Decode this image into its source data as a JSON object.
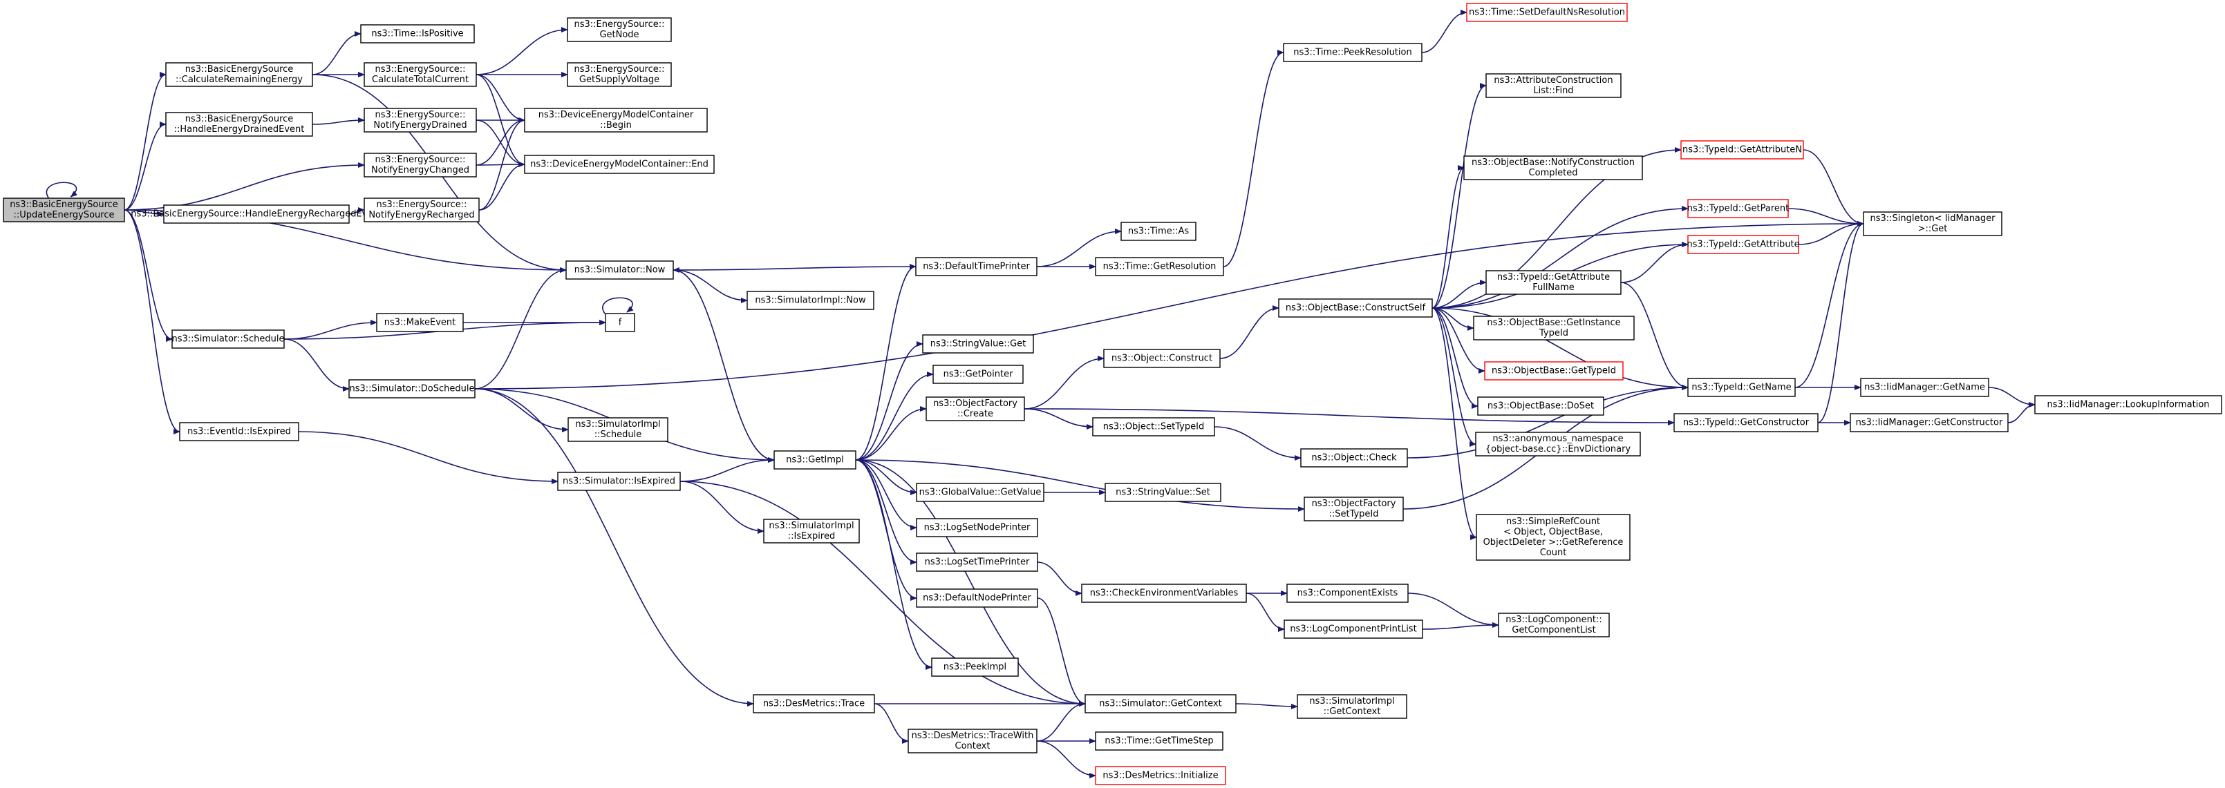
{
  "nodes": [
    {
      "id": "root",
      "label": [
        "ns3::BasicEnergySource",
        "::UpdateEnergySource"
      ],
      "style": "root"
    },
    {
      "id": "crem",
      "label": [
        "ns3::BasicEnergySource",
        "::CalculateRemainingEnergy"
      ]
    },
    {
      "id": "hdrain",
      "label": [
        "ns3::BasicEnergySource",
        "::HandleEnergyDrainedEvent"
      ]
    },
    {
      "id": "hrech",
      "label": [
        "ns3::BasicEnergySource::HandleEnergyRechargedEvent"
      ]
    },
    {
      "id": "schedule",
      "label": [
        "ns3::Simulator::Schedule"
      ]
    },
    {
      "id": "expired",
      "label": [
        "ns3::EventId::IsExpired"
      ]
    },
    {
      "id": "ispos",
      "label": [
        "ns3::Time::IsPositive"
      ]
    },
    {
      "id": "calccur",
      "label": [
        "ns3::EnergySource::",
        "CalculateTotalCurrent"
      ]
    },
    {
      "id": "ndrain",
      "label": [
        "ns3::EnergySource::",
        "NotifyEnergyDrained"
      ]
    },
    {
      "id": "nchg",
      "label": [
        "ns3::EnergySource::",
        "NotifyEnergyChanged"
      ]
    },
    {
      "id": "nrech",
      "label": [
        "ns3::EnergySource::",
        "NotifyEnergyRecharged"
      ]
    },
    {
      "id": "getnode",
      "label": [
        "ns3::EnergySource::",
        "GetNode"
      ]
    },
    {
      "id": "getvolt",
      "label": [
        "ns3::EnergySource::",
        "GetSupplyVoltage"
      ]
    },
    {
      "id": "dbegin",
      "label": [
        "ns3::DeviceEnergyModelContainer",
        "::Begin"
      ]
    },
    {
      "id": "dend",
      "label": [
        "ns3::DeviceEnergyModelContainer::End"
      ]
    },
    {
      "id": "now",
      "label": [
        "ns3::Simulator::Now"
      ]
    },
    {
      "id": "makeevent",
      "label": [
        "ns3::MakeEvent"
      ]
    },
    {
      "id": "f",
      "label": [
        "f"
      ]
    },
    {
      "id": "dosched",
      "label": [
        "ns3::Simulator::DoSchedule"
      ]
    },
    {
      "id": "implnow",
      "label": [
        "ns3::SimulatorImpl::Now"
      ]
    },
    {
      "id": "implsched",
      "label": [
        "ns3::SimulatorImpl",
        "::Schedule"
      ]
    },
    {
      "id": "isexp",
      "label": [
        "ns3::Simulator::IsExpired"
      ]
    },
    {
      "id": "implisexp",
      "label": [
        "ns3::SimulatorImpl",
        "::IsExpired"
      ]
    },
    {
      "id": "getimpl",
      "label": [
        "ns3::GetImpl"
      ]
    },
    {
      "id": "dtp",
      "label": [
        "ns3::DefaultTimePrinter"
      ]
    },
    {
      "id": "svget",
      "label": [
        "ns3::StringValue::Get"
      ]
    },
    {
      "id": "getptr",
      "label": [
        "ns3::GetPointer"
      ]
    },
    {
      "id": "ofcreate",
      "label": [
        "ns3::ObjectFactory",
        "::Create"
      ]
    },
    {
      "id": "gvget",
      "label": [
        "ns3::GlobalValue::GetValue"
      ]
    },
    {
      "id": "lsnp",
      "label": [
        "ns3::LogSetNodePrinter"
      ]
    },
    {
      "id": "lstp",
      "label": [
        "ns3::LogSetTimePrinter"
      ]
    },
    {
      "id": "dnp",
      "label": [
        "ns3::DefaultNodePrinter"
      ]
    },
    {
      "id": "peek",
      "label": [
        "ns3::PeekImpl"
      ]
    },
    {
      "id": "dmtrace",
      "label": [
        "ns3::DesMetrics::Trace"
      ]
    },
    {
      "id": "dmtwc",
      "label": [
        "ns3::DesMetrics::TraceWith",
        "Context"
      ]
    },
    {
      "id": "timeas",
      "label": [
        "ns3::Time::As"
      ]
    },
    {
      "id": "getres",
      "label": [
        "ns3::Time::GetResolution"
      ]
    },
    {
      "id": "peekres",
      "label": [
        "ns3::Time::PeekResolution"
      ]
    },
    {
      "id": "setdef",
      "label": [
        "ns3::Time::SetDefaultNsResolution"
      ],
      "style": "trunc"
    },
    {
      "id": "objconst",
      "label": [
        "ns3::Object::Construct"
      ]
    },
    {
      "id": "objsettid",
      "label": [
        "ns3::Object::SetTypeId"
      ]
    },
    {
      "id": "objcheck",
      "label": [
        "ns3::Object::Check"
      ]
    },
    {
      "id": "ofsettid",
      "label": [
        "ns3::ObjectFactory",
        "::SetTypeId"
      ]
    },
    {
      "id": "svset",
      "label": [
        "ns3::StringValue::Set"
      ]
    },
    {
      "id": "cev",
      "label": [
        "ns3::CheckEnvironmentVariables"
      ]
    },
    {
      "id": "cexists",
      "label": [
        "ns3::ComponentExists"
      ]
    },
    {
      "id": "lcpl",
      "label": [
        "ns3::LogComponentPrintList"
      ]
    },
    {
      "id": "lcgcl",
      "label": [
        "ns3::LogComponent::",
        "GetComponentList"
      ]
    },
    {
      "id": "simgetctx",
      "label": [
        "ns3::Simulator::GetContext"
      ]
    },
    {
      "id": "implgetctx",
      "label": [
        "ns3::SimulatorImpl",
        "::GetContext"
      ]
    },
    {
      "id": "gettimestep",
      "label": [
        "ns3::Time::GetTimeStep"
      ]
    },
    {
      "id": "dminit",
      "label": [
        "ns3::DesMetrics::Initialize"
      ],
      "style": "trunc"
    },
    {
      "id": "obcs",
      "label": [
        "ns3::ObjectBase::ConstructSelf"
      ]
    },
    {
      "id": "acl",
      "label": [
        "ns3::AttributeConstruction",
        "List::Find"
      ]
    },
    {
      "id": "obncc",
      "label": [
        "ns3::ObjectBase::NotifyConstruction",
        "Completed"
      ]
    },
    {
      "id": "tgafn",
      "label": [
        "ns3::TypeId::GetAttribute",
        "FullName"
      ]
    },
    {
      "id": "obgit",
      "label": [
        "ns3::ObjectBase::GetInstance",
        "TypeId"
      ]
    },
    {
      "id": "obgtid",
      "label": [
        "ns3::ObjectBase::GetTypeId"
      ],
      "style": "trunc"
    },
    {
      "id": "obdoset",
      "label": [
        "ns3::ObjectBase::DoSet"
      ]
    },
    {
      "id": "anon",
      "label": [
        "ns3::anonymous_namespace",
        "{object-base.cc}::EnvDictionary"
      ]
    },
    {
      "id": "srcgetref",
      "label": [
        "ns3::SimpleRefCount",
        "< Object, ObjectBase,",
        "ObjectDeleter >::GetReference",
        "Count"
      ]
    },
    {
      "id": "tgan",
      "label": [
        "ns3::TypeId::GetAttributeN"
      ],
      "style": "trunc"
    },
    {
      "id": "tgp",
      "label": [
        "ns3::TypeId::GetParent"
      ],
      "style": "trunc"
    },
    {
      "id": "tga",
      "label": [
        "ns3::TypeId::GetAttribute"
      ],
      "style": "trunc"
    },
    {
      "id": "tgname",
      "label": [
        "ns3::TypeId::GetName"
      ]
    },
    {
      "id": "tgctor",
      "label": [
        "ns3::TypeId::GetConstructor"
      ]
    },
    {
      "id": "singleton",
      "label": [
        "ns3::Singleton< IidManager",
        ">::Get"
      ]
    },
    {
      "id": "iidgetname",
      "label": [
        "ns3::IidManager::GetName"
      ]
    },
    {
      "id": "iidgetctor",
      "label": [
        "ns3::IidManager::GetConstructor"
      ]
    },
    {
      "id": "iidlookup",
      "label": [
        "ns3::IidManager::LookupInformation"
      ]
    }
  ],
  "edges": [
    [
      "root",
      "root"
    ],
    [
      "root",
      "crem"
    ],
    [
      "root",
      "hdrain"
    ],
    [
      "root",
      "nchg"
    ],
    [
      "root",
      "hrech"
    ],
    [
      "root",
      "now"
    ],
    [
      "root",
      "schedule"
    ],
    [
      "root",
      "expired"
    ],
    [
      "crem",
      "ispos"
    ],
    [
      "crem",
      "calccur"
    ],
    [
      "crem",
      "now"
    ],
    [
      "hdrain",
      "ndrain"
    ],
    [
      "hrech",
      "nrech"
    ],
    [
      "calccur",
      "getnode"
    ],
    [
      "calccur",
      "getvolt"
    ],
    [
      "calccur",
      "dbegin"
    ],
    [
      "calccur",
      "dend"
    ],
    [
      "ndrain",
      "dbegin"
    ],
    [
      "ndrain",
      "dend"
    ],
    [
      "nchg",
      "dbegin"
    ],
    [
      "nchg",
      "dend"
    ],
    [
      "nrech",
      "dbegin"
    ],
    [
      "nrech",
      "dend"
    ],
    [
      "schedule",
      "makeevent"
    ],
    [
      "schedule",
      "f"
    ],
    [
      "schedule",
      "dosched"
    ],
    [
      "makeevent",
      "f"
    ],
    [
      "f",
      "f"
    ],
    [
      "dosched",
      "now"
    ],
    [
      "dosched",
      "singleton"
    ],
    [
      "dosched",
      "implsched"
    ],
    [
      "dosched",
      "getimpl"
    ],
    [
      "dosched",
      "dmtrace"
    ],
    [
      "expired",
      "isexp"
    ],
    [
      "isexp",
      "getimpl"
    ],
    [
      "isexp",
      "implisexp"
    ],
    [
      "isexp",
      "simgetctx"
    ],
    [
      "now",
      "implnow"
    ],
    [
      "now",
      "getimpl"
    ],
    [
      "getimpl",
      "dtp"
    ],
    [
      "getimpl",
      "svget"
    ],
    [
      "getimpl",
      "getptr"
    ],
    [
      "getimpl",
      "ofcreate"
    ],
    [
      "getimpl",
      "ofsettid"
    ],
    [
      "getimpl",
      "gvget"
    ],
    [
      "getimpl",
      "lsnp"
    ],
    [
      "getimpl",
      "lstp"
    ],
    [
      "getimpl",
      "dnp"
    ],
    [
      "getimpl",
      "peek"
    ],
    [
      "getimpl",
      "simgetctx"
    ],
    [
      "dtp",
      "now"
    ],
    [
      "dtp",
      "timeas"
    ],
    [
      "dtp",
      "getres"
    ],
    [
      "getres",
      "peekres"
    ],
    [
      "peekres",
      "setdef"
    ],
    [
      "ofcreate",
      "objconst"
    ],
    [
      "ofcreate",
      "objsettid"
    ],
    [
      "ofcreate",
      "tgctor"
    ],
    [
      "objconst",
      "obcs"
    ],
    [
      "objsettid",
      "objcheck"
    ],
    [
      "objcheck",
      "tgname"
    ],
    [
      "ofsettid",
      "tgname"
    ],
    [
      "gvget",
      "svset"
    ],
    [
      "lstp",
      "cev"
    ],
    [
      "cev",
      "cexists"
    ],
    [
      "cev",
      "lcpl"
    ],
    [
      "cexists",
      "lcgcl"
    ],
    [
      "lcpl",
      "lcgcl"
    ],
    [
      "dnp",
      "simgetctx"
    ],
    [
      "dmtrace",
      "simgetctx"
    ],
    [
      "dmtrace",
      "dmtwc"
    ],
    [
      "dmtwc",
      "simgetctx"
    ],
    [
      "dmtwc",
      "gettimestep"
    ],
    [
      "dmtwc",
      "dminit"
    ],
    [
      "simgetctx",
      "implgetctx"
    ],
    [
      "obcs",
      "acl"
    ],
    [
      "obcs",
      "tgan"
    ],
    [
      "obcs",
      "obncc"
    ],
    [
      "obcs",
      "tgp"
    ],
    [
      "obcs",
      "tga"
    ],
    [
      "obcs",
      "tgafn"
    ],
    [
      "obcs",
      "obgit"
    ],
    [
      "obcs",
      "obgtid"
    ],
    [
      "obcs",
      "obdoset"
    ],
    [
      "obcs",
      "anon"
    ],
    [
      "obcs",
      "srcgetref"
    ],
    [
      "obcs",
      "tgname"
    ],
    [
      "tgafn",
      "tga"
    ],
    [
      "tgafn",
      "tgname"
    ],
    [
      "tgan",
      "singleton"
    ],
    [
      "tgp",
      "singleton"
    ],
    [
      "tga",
      "singleton"
    ],
    [
      "tgname",
      "singleton"
    ],
    [
      "tgname",
      "iidgetname"
    ],
    [
      "tgctor",
      "singleton"
    ],
    [
      "tgctor",
      "iidgetctor"
    ],
    [
      "iidgetname",
      "iidlookup"
    ],
    [
      "iidgetctor",
      "iidlookup"
    ]
  ]
}
